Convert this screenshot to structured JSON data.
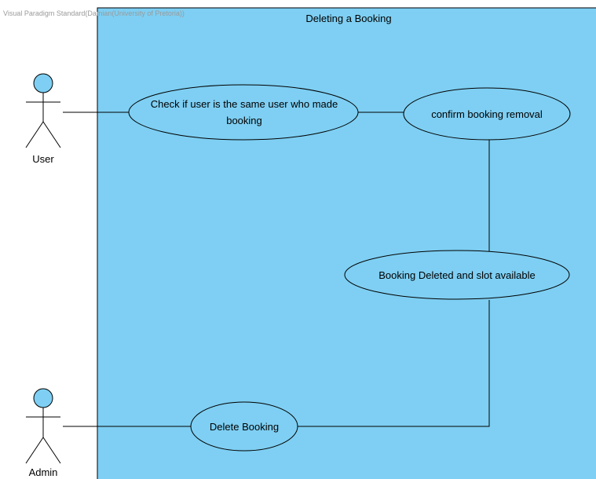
{
  "watermark": "Visual Paradigm Standard(Damian(University of Pretoria))",
  "system": {
    "title": "Deleting a Booking"
  },
  "actors": {
    "user": "User",
    "admin": "Admin"
  },
  "use_cases": {
    "check_user": "Check if user is the same user who made booking",
    "confirm_removal": "confirm booking removal",
    "booking_deleted": "Booking Deleted and slot available",
    "delete_booking": "Delete Booking"
  },
  "colors": {
    "system_fill": "#7ecff3",
    "actor_head_fill": "#7ecff3",
    "line": "#000000"
  }
}
